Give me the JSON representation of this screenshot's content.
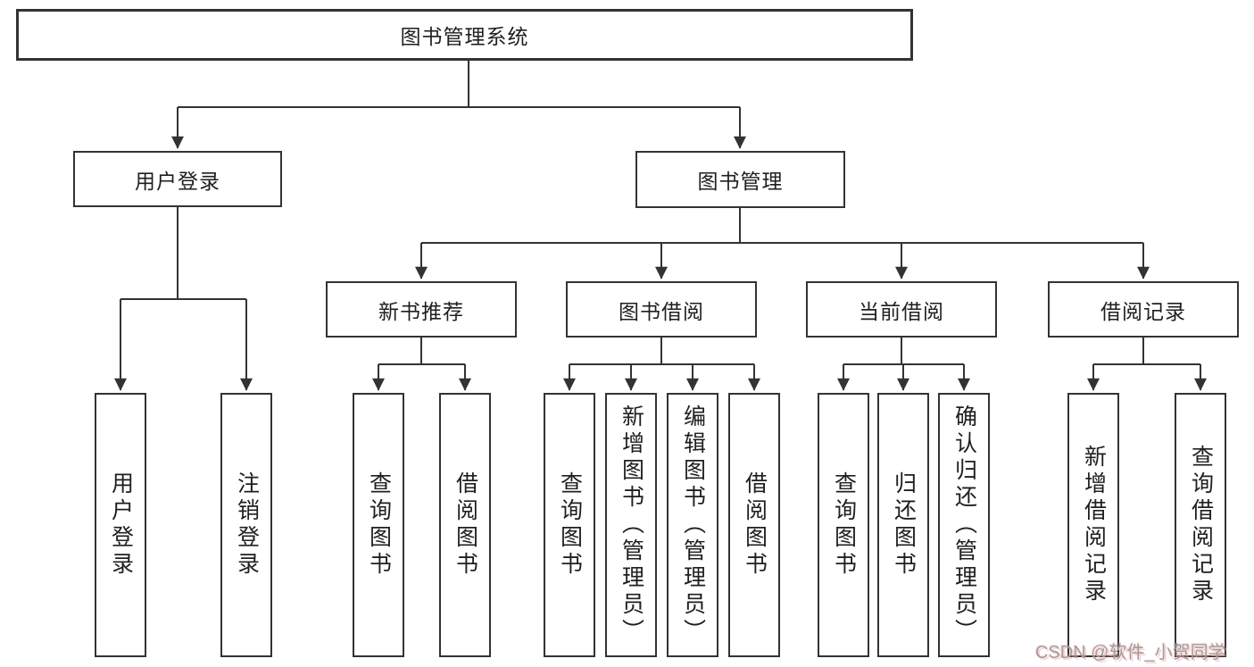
{
  "diagram": {
    "root": {
      "label": "图书管理系统"
    },
    "children": [
      {
        "label": "用户登录",
        "children": [
          {
            "label": "用户登录"
          },
          {
            "label": "注销登录"
          }
        ]
      },
      {
        "label": "图书管理",
        "children": [
          {
            "label": "新书推荐",
            "children": [
              {
                "label": "查询图书"
              },
              {
                "label": "借阅图书"
              }
            ]
          },
          {
            "label": "图书借阅",
            "children": [
              {
                "label": "查询图书"
              },
              {
                "label": "新增图书（管理员）"
              },
              {
                "label": "编辑图书（管理员）"
              },
              {
                "label": "借阅图书"
              }
            ]
          },
          {
            "label": "当前借阅",
            "children": [
              {
                "label": "查询图书"
              },
              {
                "label": "归还图书"
              },
              {
                "label": "确认归还（管理员）"
              }
            ]
          },
          {
            "label": "借阅记录",
            "children": [
              {
                "label": "新增借阅记录"
              },
              {
                "label": "查询借阅记录"
              }
            ]
          }
        ]
      }
    ]
  },
  "watermark": {
    "text": "CSDN @软件_小贺同学"
  },
  "colors": {
    "line": "#333333",
    "box_border": "#333333",
    "text": "#1f1f1f",
    "background": "#ffffff",
    "watermark_text": "#9e9e9e",
    "watermark_accent": "#ff9696"
  }
}
